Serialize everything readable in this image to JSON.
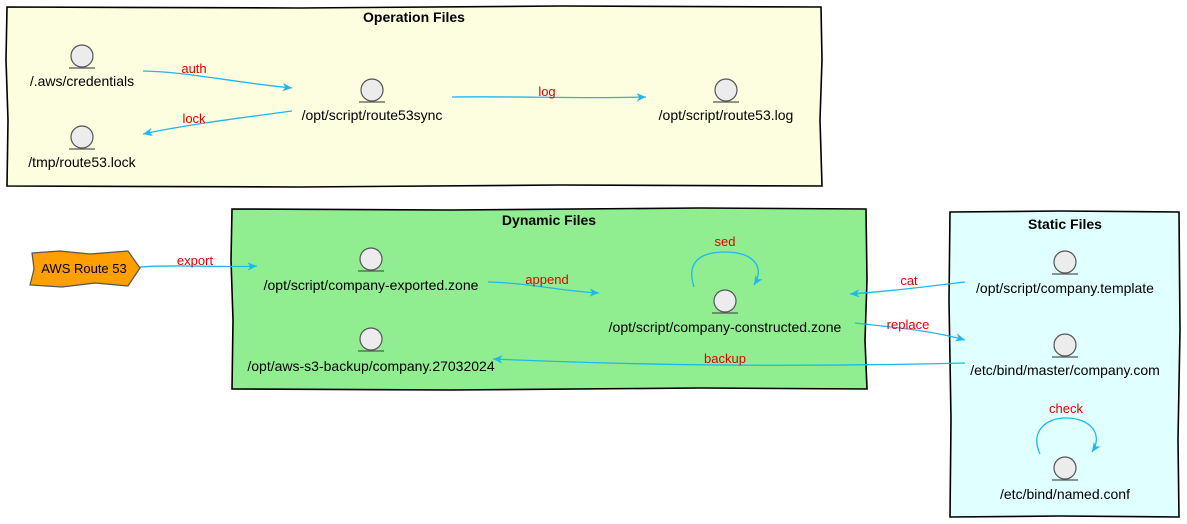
{
  "clusters": {
    "operation": {
      "title": "Operation Files",
      "fill": "#fdfde0"
    },
    "dynamic": {
      "title": "Dynamic Files",
      "fill": "#90ee90"
    },
    "static": {
      "title": "Static Files",
      "fill": "#e0ffff"
    }
  },
  "nodes": {
    "aws_credentials": "/.aws/credentials",
    "route53_lock": "/tmp/route53.lock",
    "route53sync": "/opt/script/route53sync",
    "route53_log": "/opt/script/route53.log",
    "exported_zone": "/opt/script/company-exported.zone",
    "s3_backup": "/opt/aws-s3-backup/company.27032024",
    "constructed_zone": "/opt/script/company-constructed.zone",
    "company_template": "/opt/script/company.template",
    "master_company": "/etc/bind/master/company.com",
    "named_conf": "/etc/bind/named.conf",
    "aws_route53": "AWS Route 53"
  },
  "edges": {
    "auth": "auth",
    "lock": "lock",
    "log": "log",
    "export": "export",
    "append": "append",
    "sed": "sed",
    "cat": "cat",
    "replace": "replace",
    "backup": "backup",
    "check": "check"
  },
  "colors": {
    "edge": "#1eb8ee",
    "edge_label": "#e00000",
    "cloud_fill": "#ff9f00"
  }
}
